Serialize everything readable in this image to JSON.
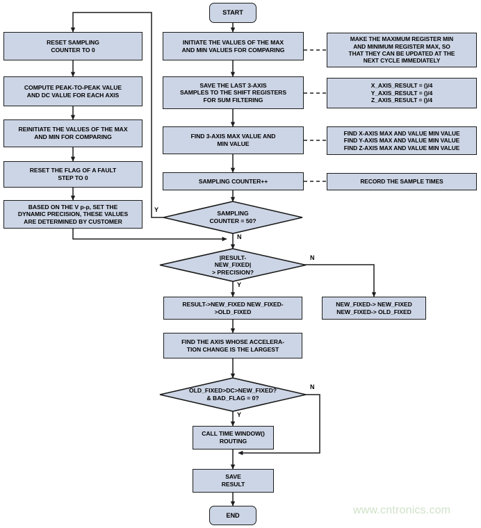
{
  "diagram": {
    "title": "3-Axis Accelerometer Sampling and Precision Flowchart",
    "colors": {
      "node_fill": "#ccd5e5",
      "node_border": "#1b1b1b",
      "line": "#1b1b1b",
      "watermark": "#cfe2c8"
    }
  },
  "watermark": {
    "text": "www.cntronics.com"
  },
  "nodes": {
    "start": {
      "label": "START",
      "shape": "terminator"
    },
    "end": {
      "label": "END",
      "shape": "terminator"
    },
    "initiate_minmax": {
      "label": "INITIATE THE VALUES OF THE MAX\nAND MIN VALUES FOR COMPARING",
      "shape": "process"
    },
    "save_shift_registers": {
      "label": "SAVE THE LAST 3-AXIS\nSAMPLES TO THE SHIFT REGISTERS\nFOR SUM FILTERING",
      "shape": "process"
    },
    "find_minmax": {
      "label": "FIND 3-AXIS MAX VALUE AND\nMIN VALUE",
      "shape": "process"
    },
    "sampling_counter_inc": {
      "label": "SAMPLING COUNTER++",
      "shape": "process"
    },
    "reset_sampling_counter": {
      "label": "RESET SAMPLING\nCOUNTER TO 0",
      "shape": "process"
    },
    "compute_pp_dc": {
      "label": "COMPUTE PEAK-TO-PEAK VALUE\nAND DC VALUE FOR EACH AXIS",
      "shape": "process"
    },
    "reinitiate_minmax": {
      "label": "REINITIATE THE VALUES OF THE MAX\nAND MIN FOR COMPARING",
      "shape": "process"
    },
    "reset_fault_flag": {
      "label": "RESET THE FLAG OF A FAULT\nSTEP TO 0",
      "shape": "process"
    },
    "set_dynamic_precision": {
      "label": "BASED ON THE V p-p, SET THE\nDYNAMIC PRECISION, THESE VALUES\nARE DETERMINED BY CUSTOMER",
      "shape": "process"
    },
    "result_to_new_fixed": {
      "label": "RESULT->NEW_FIXED NEW_FIXED-\n>OLD_FIXED",
      "shape": "process"
    },
    "new_fixed_assign": {
      "label": "NEW_FIXED-> NEW_FIXED\nNEW_FIXED-> OLD_FIXED",
      "shape": "process"
    },
    "find_axis_largest": {
      "label": "FIND THE AXIS WHOSE ACCELERA-\nTION CHANGE IS THE LARGEST",
      "shape": "process"
    },
    "call_time_window": {
      "label": "CALL TIME WINDOW()\nROUTING",
      "shape": "process"
    },
    "save_result": {
      "label": "SAVE\nRESULT",
      "shape": "process"
    }
  },
  "decisions": {
    "counter_eq_50": {
      "label": "SAMPLING\nCOUNTER = 50?",
      "yes": "Y",
      "no": "N"
    },
    "precision_check": {
      "label": "|RESULT-\nNEW_FIXED|\n> PRECISION?",
      "yes": "Y",
      "no": "N"
    },
    "old_fixed_check": {
      "label": "OLD_FIXED>DC>NEW_FIXED?\n& BAD_FLAG = 0?",
      "yes": "Y",
      "no": "N"
    }
  },
  "annotations": {
    "make_register": {
      "label": "MAKE THE MAXIMUM REGISTER MIN\nAND MINIMUM REGISTER MAX, SO\nTHAT THEY CAN BE UPDATED AT THE\nNEXT CYCLE IMMEDIATELY"
    },
    "axis_result": {
      "label": "X_AXIS_RESULT = ()/4\nY_AXIS_RESULT = ()/4\nZ_AXIS_RESULT = ()/4"
    },
    "find_axis_minmax": {
      "label": "FIND X-AXIS MAX AND VALUE MIN VALUE\nFIND Y-AXIS MAX AND VALUE MIN VALUE\nFIND Z-AXIS MAX AND VALUE MIN VALUE"
    },
    "record_sample_times": {
      "label": "RECORD THE SAMPLE TIMES"
    }
  },
  "branch_labels": {
    "counter_y": "Y",
    "counter_n": "N",
    "precision_y": "Y",
    "precision_n": "N",
    "oldfixed_y": "Y",
    "oldfixed_n": "N"
  }
}
